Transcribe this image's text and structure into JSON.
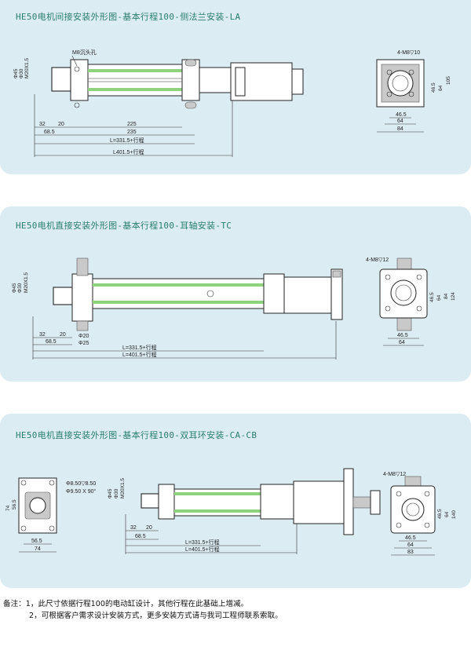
{
  "sections": [
    {
      "title": "HE50电机间接安装外形图-基本行程100-侧法兰安装-LA",
      "callouts": {
        "hole": "M8沉头孔",
        "side_holes": "4-M8▽10"
      },
      "side_dims": [
        "Φ45",
        "Φ30",
        "M20X1.5"
      ],
      "dims": {
        "d32": "32",
        "d20": "20",
        "d68": "68.5",
        "d225": "225",
        "d235": "235",
        "L1": "L=331.5+行程",
        "L2": "L401.5+行程"
      },
      "end_dims": {
        "v46": "46.5",
        "v64": "64",
        "v105": "105",
        "h46": "46.5",
        "h64": "64",
        "h84": "84"
      }
    },
    {
      "title": "HE50电机直接安装外形图-基本行程100-耳轴安装-TC",
      "callouts": {
        "side_holes": "4-M8▽12",
        "pin": "Φ20",
        "pin2": "Φ25"
      },
      "side_dims": [
        "Φ45",
        "Φ30",
        "M20X1.5"
      ],
      "dims": {
        "d32": "32",
        "d20": "20",
        "d68": "68.5",
        "L1": "L=331.5+行程",
        "L2": "L=401.5+行程"
      },
      "end_dims": {
        "v46": "46.5",
        "v64": "64",
        "v84": "84",
        "v124": "124",
        "h46": "46.5",
        "h64": "64"
      }
    },
    {
      "title": "HE50电机直接安装外形图-基本行程100-双耳环安装-CA-CB",
      "callouts": {
        "hole_a": "Φ8.50▽8.50",
        "hole_b": "Φ9.50 X 90°",
        "side_holes": "4-M8▽12"
      },
      "side_dims": [
        "Φ45",
        "Φ30",
        "M20X1.5"
      ],
      "left_dims": {
        "v74": "74",
        "v56": "56.5",
        "h56": "56.5",
        "h74": "74"
      },
      "dims": {
        "d32": "32",
        "d20": "20",
        "d68": "68.5",
        "L1": "L=331.5+行程",
        "L2": "L=401.5+行程"
      },
      "end_dims": {
        "v46": "46.5",
        "v64": "64",
        "v140": "140",
        "h46": "46.5",
        "h64": "64",
        "h83": "83"
      }
    }
  ],
  "notes": {
    "line1": "备注：1，此尺寸依据行程100的电动缸设计，其他行程在此基础上增减。",
    "line2": "2，可根据客户需求设计安装方式，更多安装方式请与我司工程师联系索取。"
  }
}
